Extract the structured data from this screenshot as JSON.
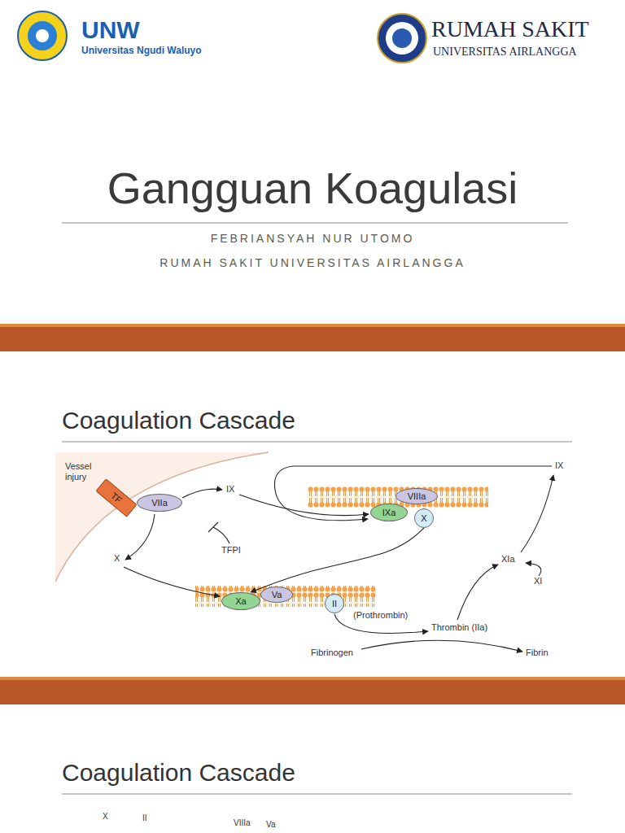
{
  "diagram": {
    "title": "Gangguan Koagulasi",
    "nodes": [
      {
        "text": [
          "TF"
        ]
      },
      {
        "text": [
          "VIIa"
        ]
      },
      {
        "text": [
          "VIIIa"
        ]
      },
      {
        "text": [
          "IXa"
        ]
      },
      {
        "text": [
          "X"
        ]
      },
      {
        "text": [
          "Xa"
        ]
      },
      {
        "text": [
          "Va"
        ]
      },
      {
        "text": [
          "II"
        ]
      }
    ],
    "edges": [
      {
        "from": 4,
        "to": 5,
        "arrow": "to"
      }
    ],
    "labels": [
      "UNW",
      "Universitas Ngudi Waluyo",
      "RUMAH SAKIT",
      "UNIVERSITAS AIRLANGGA",
      "FEBRIANSYAH NUR UTOMO",
      "RUMAH SAKIT UNIVERSITAS AIRLANGGA",
      "Coagulation Cascade",
      "Vessel injury",
      "IX",
      "X",
      "TFPI",
      "IX",
      "XIa",
      "XI",
      "(Prothrombin)",
      "Thrombin (IIa)",
      "Fibrinogen",
      "Fibrin",
      "Coagulation Cascade",
      "X",
      "II",
      "VIIIa",
      "Va"
    ]
  }
}
